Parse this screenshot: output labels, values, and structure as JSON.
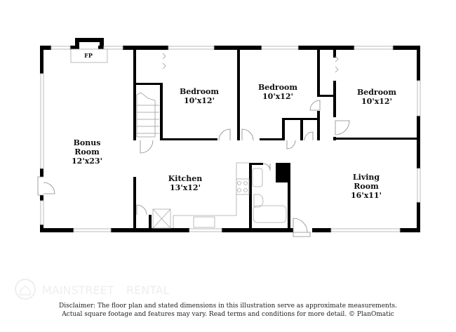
{
  "rooms": {
    "bonus": {
      "name_1": "Bonus",
      "name_2": "Room",
      "size": "12'x23'"
    },
    "kitchen": {
      "name": "Kitchen",
      "size": "13'x12'"
    },
    "bedroom_1": {
      "name": "Bedroom",
      "size": "10'x12'"
    },
    "bedroom_2": {
      "name": "Bedroom",
      "size": "10'x12'"
    },
    "bedroom_3": {
      "name": "Bedroom",
      "size": "10'x12'"
    },
    "living": {
      "name_1": "Living",
      "name_2": "Room",
      "size": "16'x11'"
    }
  },
  "fireplace_label": "FP",
  "watermark": {
    "line_1": "MAINSTREET",
    "line_2": "RENTAL"
  },
  "disclaimer": {
    "line_1": "Disclaimer: The floor plan and stated dimensions in this illustration serve as approximate measurements.",
    "line_2": "Actual square footage and features may vary. Read terms and conditions for more detail. © PlanOmatic"
  },
  "colors": {
    "wall": "#000000",
    "window": "#d8d8d8",
    "fixture": "#aaaaaa"
  }
}
